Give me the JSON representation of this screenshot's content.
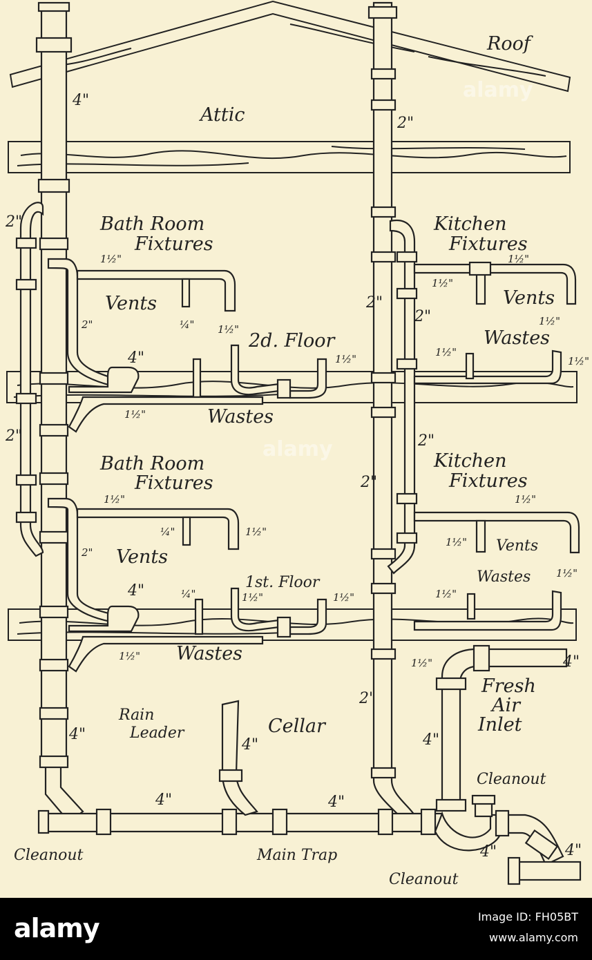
{
  "labels": {
    "roof": "Roof",
    "attic": "Attic",
    "bath_upper": [
      "Bath Room",
      "Fixtures"
    ],
    "bath_lower": [
      "Bath Room",
      "Fixtures"
    ],
    "kitchen_upper": [
      "Kitchen",
      "Fixtures"
    ],
    "kitchen_lower": [
      "Kitchen",
      "Fixtures"
    ],
    "floor2": "2d. Floor",
    "floor1": "1st. Floor",
    "vents": "Vents",
    "wastes": "Wastes",
    "rain_leader": [
      "Rain",
      "Leader"
    ],
    "cellar": "Cellar",
    "fresh_air": [
      "Fresh",
      "Air",
      "Inlet"
    ],
    "main_trap": "Main Trap",
    "cleanout": "Cleanout"
  },
  "sizes": {
    "s4": "4\"",
    "s2": "2\"",
    "s15": "1½\"",
    "s14": "¼\""
  },
  "watermark": "alamy",
  "footer": {
    "logo": "alamy",
    "image_id": "Image ID: FH05BT",
    "site": "www.alamy.com"
  }
}
